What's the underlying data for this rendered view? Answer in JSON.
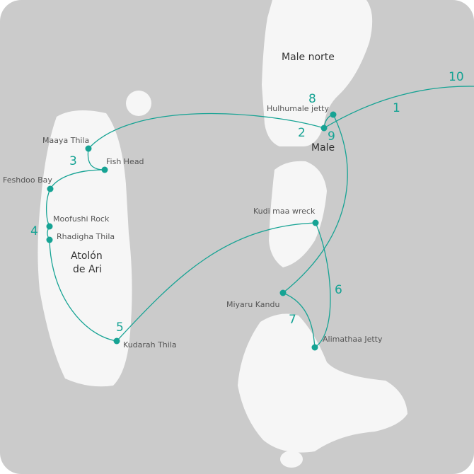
{
  "map": {
    "colors": {
      "water": "#cbcbcb",
      "land": "#f6f6f6",
      "route": "#16a394"
    },
    "regions": {
      "male_norte": "Male norte",
      "male": "Male",
      "atoll_line1": "Atolón",
      "atoll_line2": "de Ari"
    },
    "sites": {
      "hulhumale": "Hulhumale jetty",
      "maaya": "Maaya Thila",
      "fishhead": "Fish Head",
      "feshdoo": "Feshdoo Bay",
      "moofushi": "Moofushi Rock",
      "rhadigha": "Rhadigha Thila",
      "kudarah": "Kudarah Thila",
      "kudimaa": "Kudi maa wreck",
      "miyaru": "Miyaru Kandu",
      "alimathaa": "Alimathaa Jetty"
    },
    "legs": [
      "1",
      "2",
      "3",
      "4",
      "5",
      "6",
      "7",
      "8",
      "9",
      "10"
    ]
  }
}
